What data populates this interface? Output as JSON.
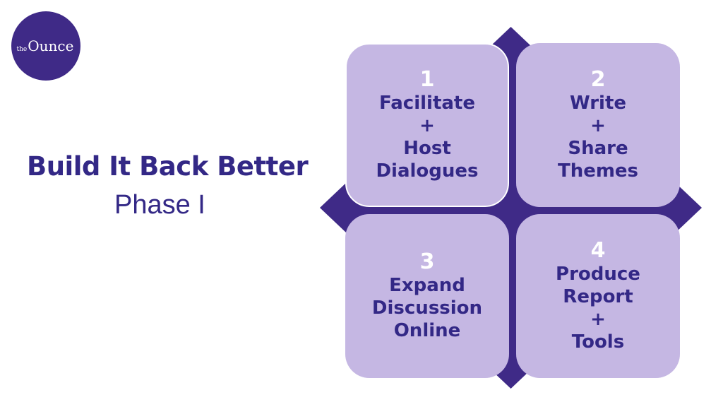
{
  "logo": {
    "small": "the",
    "main": "Ounce"
  },
  "title": "Build It Back Better",
  "subtitle": "Phase I",
  "quadrants": [
    {
      "number": "1",
      "lines": [
        "Facilitate",
        "+",
        "Host",
        "Dialogues"
      ]
    },
    {
      "number": "2",
      "lines": [
        "Write",
        "+",
        "Share",
        "Themes"
      ]
    },
    {
      "number": "3",
      "lines": [
        "Expand",
        "Discussion",
        "Online"
      ]
    },
    {
      "number": "4",
      "lines": [
        "Produce",
        "Report",
        "+",
        "Tools"
      ]
    }
  ],
  "colors": {
    "primary": "#3f2a87",
    "text": "#332886",
    "card": "#c5b7e3",
    "number": "#ffffff"
  }
}
